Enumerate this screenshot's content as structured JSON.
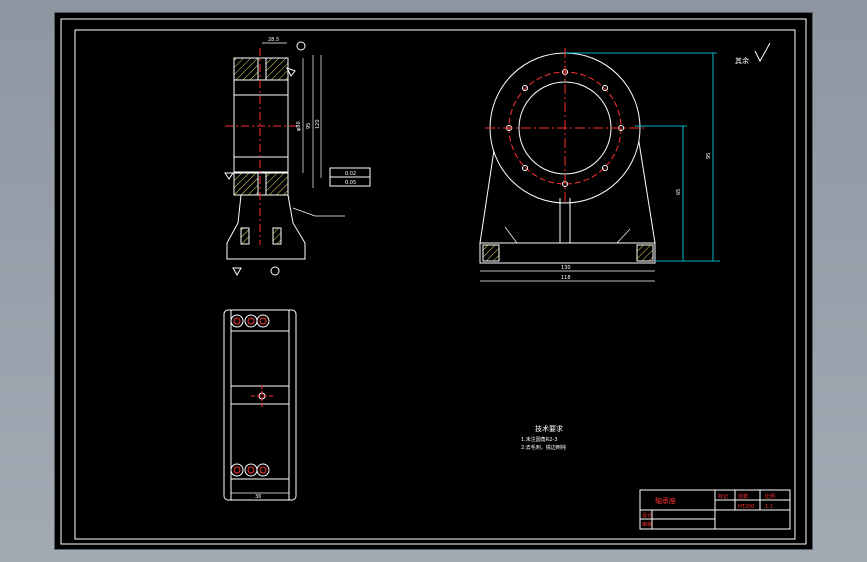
{
  "drawing": {
    "roughness_note": "其余",
    "notes_title": "技术要求",
    "notes": [
      "1.未注圆角R2-3",
      "2.去毛刺，锐边倒钝"
    ],
    "title_block": {
      "part_name": "轴承座",
      "header_cells": [
        "标记",
        "处数",
        "比例"
      ],
      "values": [
        "",
        "HT200",
        "1:1"
      ],
      "left_labels": [
        "设计",
        "审核"
      ]
    },
    "dims": {
      "top_width": "28.5",
      "plate_width": "130",
      "base_width": "118",
      "height_main": "95",
      "height_secondary": "65",
      "bore_dia": "φ80",
      "side_h1": "95",
      "side_h2": "120",
      "tol_1": "0.02",
      "tol_2": "0.05",
      "bottom_width": "36"
    }
  },
  "colors": {
    "background": "#000000",
    "outline": "#ffffff",
    "center_line": "#ff3030",
    "dimension": "#00e5ff",
    "hatch": "#e8e070",
    "app_frame": "#9aa1ab"
  }
}
